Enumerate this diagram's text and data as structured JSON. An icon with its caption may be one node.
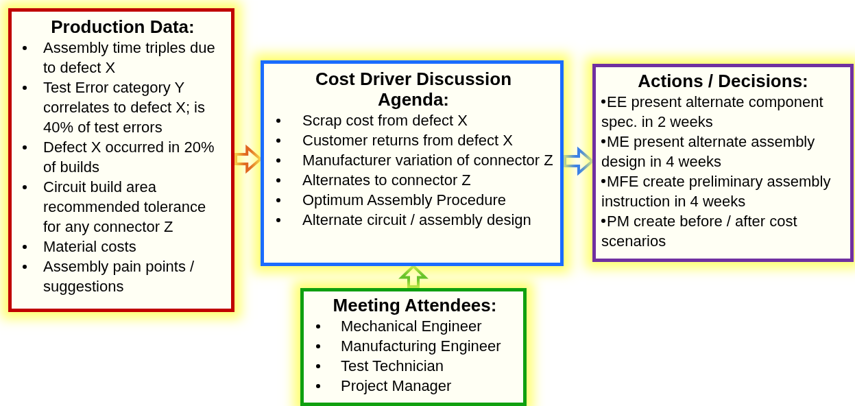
{
  "diagram": {
    "nodes": [
      {
        "text": [
          "Production Data:",
          "Assembly time triples due to defect X",
          "Test Error category Y correlates to defect X; is 40% of test errors",
          "Defect X occurred in 20% of builds",
          "Circuit build  area recommended tolerance for any connector Z",
          "Material costs",
          "Assembly pain points / suggestions"
        ]
      },
      {
        "text": [
          "Cost Driver Discussion Agenda:",
          "Scrap cost from defect X",
          "Customer returns from defect X",
          "Manufacturer variation of connector Z",
          "Alternates to connector Z",
          "Optimum Assembly Procedure",
          "Alternate circuit / assembly design"
        ]
      },
      {
        "text": [
          "Actions / Decisions:",
          "EE present alternate component spec. in 2 weeks",
          "ME present alternate assembly design in 4 weeks",
          "MFE create preliminary assembly instruction in 4 weeks",
          "PM create before / after cost scenarios"
        ]
      },
      {
        "text": [
          "Meeting Attendees:",
          "Mechanical Engineer",
          "Manufacturing Engineer",
          "Test Technician",
          "Project Manager"
        ]
      }
    ],
    "edges": [
      {
        "from": 0,
        "to": 1,
        "arrow": "to",
        "color": "#d83a10"
      },
      {
        "from": 1,
        "to": 2,
        "arrow": "to",
        "color": "#1a6cff"
      },
      {
        "from": 3,
        "to": 1,
        "arrow": "to",
        "color": "#10a010"
      }
    ]
  }
}
